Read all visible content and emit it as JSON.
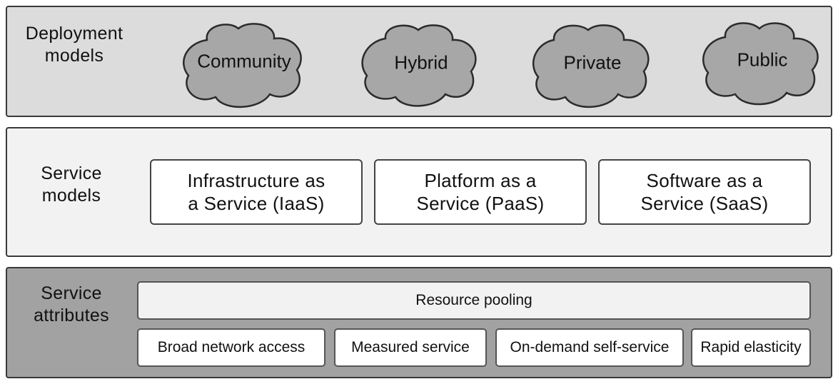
{
  "deployment": {
    "label": "Deployment\nmodels",
    "clouds": [
      "Community",
      "Hybrid",
      "Private",
      "Public"
    ],
    "fill": "#a7a7a7"
  },
  "service": {
    "label": "Service\nmodels",
    "models": [
      "Infrastructure as\na Service (IaaS)",
      "Platform as a\nService (PaaS)",
      "Software as a\nService (SaaS)"
    ]
  },
  "attributes": {
    "label": "Service\nattributes",
    "pooling": "Resource pooling",
    "items": [
      "Broad network access",
      "Measured service",
      "On-demand self-service",
      "Rapid elasticity"
    ]
  }
}
